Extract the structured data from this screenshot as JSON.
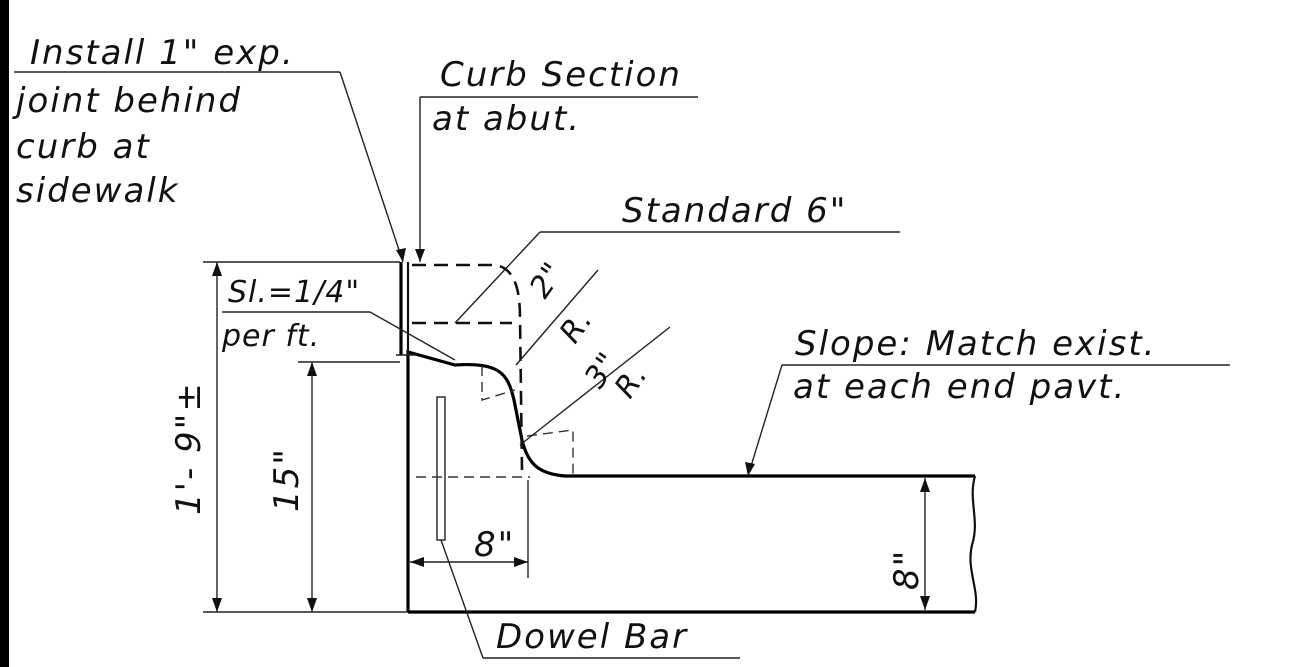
{
  "notes": {
    "joint_line1": "Install 1\" exp.",
    "joint_line2": "joint behind",
    "joint_line3": "curb at",
    "joint_line4": "sidewalk",
    "curb_line1": "Curb Section",
    "curb_line2": "at abut.",
    "standard": "Standard 6\"",
    "slope_line1": "Sl.=1/4\"",
    "slope_line2": "per ft.",
    "match_line1": "Slope: Match exist.",
    "match_line2": "at each end pavt.",
    "dowel": "Dowel Bar"
  },
  "dimensions": {
    "overall_height": "1'- 9\"±",
    "curb_height": "15\"",
    "curb_width": "8\"",
    "slab_thickness": "8\"",
    "radius_2": "2\"",
    "radius_3": "3\"",
    "radius_label": "R."
  }
}
